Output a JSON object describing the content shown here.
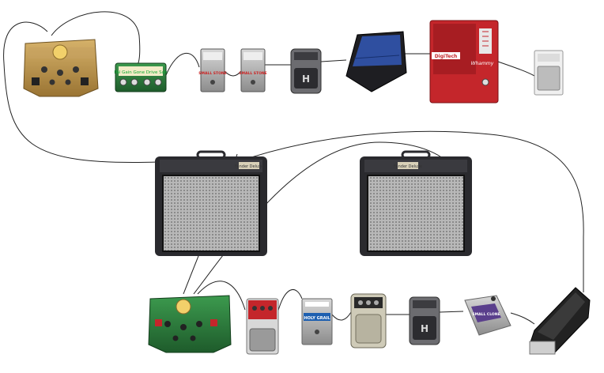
{
  "amps": [
    {
      "id": "amp-left",
      "badge": "Fender Deluxe"
    },
    {
      "id": "amp-right",
      "badge": "Fender Deluxe"
    }
  ],
  "top_chain": [
    {
      "id": "gold-preamp",
      "kind": "preamp"
    },
    {
      "id": "green-overdrive",
      "kind": "overdrive",
      "label": "Pal Gain Gone Drive Sub"
    },
    {
      "id": "small-stone-1",
      "kind": "phaser",
      "label": "SMALL STONE"
    },
    {
      "id": "small-stone-2",
      "kind": "phaser",
      "label": "SMALL STONE"
    },
    {
      "id": "gray-h-pedal",
      "kind": "h-pedal"
    },
    {
      "id": "blue-volume",
      "kind": "volume"
    },
    {
      "id": "whammy",
      "kind": "whammy",
      "brand": "DigiTech",
      "label": "Whammy"
    },
    {
      "id": "white-pedal",
      "kind": "boss"
    }
  ],
  "bottom_chain": [
    {
      "id": "green-preamp",
      "kind": "preamp"
    },
    {
      "id": "red-pedal",
      "kind": "dual"
    },
    {
      "id": "holy-grail",
      "kind": "reverb",
      "label": "HOLY GRAIL"
    },
    {
      "id": "cream-pedal",
      "kind": "cream"
    },
    {
      "id": "gray-h-pedal-2",
      "kind": "h-pedal"
    },
    {
      "id": "purple-small-clone",
      "kind": "chorus",
      "label": "SMALL CLONE"
    },
    {
      "id": "wah",
      "kind": "wah"
    }
  ],
  "colors": {
    "cable": "#222222",
    "amp_body": "#2a2a2e",
    "amp_grille": "#9a9a9a",
    "gold": "#b8934a",
    "green": "#2f7a3e",
    "red": "#c4262b",
    "blue": "#2f4fa0",
    "purple": "#5a3f8c"
  }
}
